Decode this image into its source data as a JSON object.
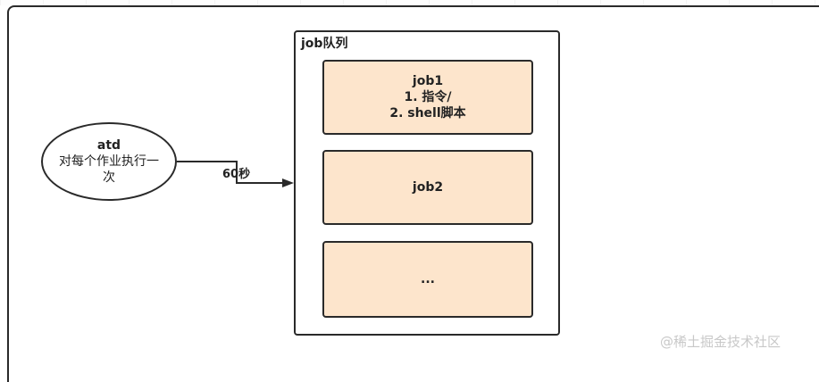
{
  "atd": {
    "title": "atd",
    "line1": "对每个作业执行一",
    "line2": "次"
  },
  "edge_label": "60秒",
  "queue": {
    "title": "job队列",
    "jobs": [
      {
        "line1": "job1",
        "line2": "1. 指令/",
        "line3": "2. shell脚本"
      },
      {
        "line1": "job2"
      },
      {
        "line1": "..."
      }
    ]
  },
  "watermark": "@稀土掘金技术社区",
  "colors": {
    "job_fill": "#fde5cc",
    "stroke": "#2a2a2a"
  }
}
